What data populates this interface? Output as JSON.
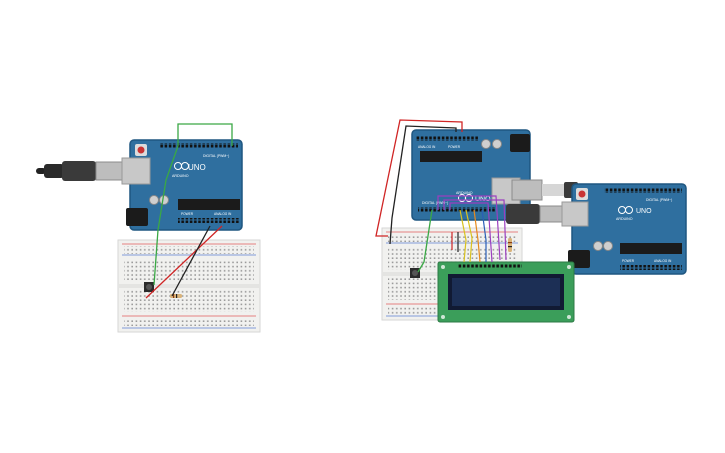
{
  "colors": {
    "background": "#ffffff",
    "board_blue": "#2f6f9f",
    "board_dark": "#1f5680",
    "breadboard": "#f1f1ef",
    "breadboard_hole": "#9b9b9b",
    "rail_red": "#e15b5b",
    "rail_blue": "#5b7fd0",
    "wire_green": "#3aa845",
    "wire_red": "#d02525",
    "wire_black": "#222222",
    "wire_purple": "#9b3fbf",
    "wire_yellow": "#d9c21f",
    "wire_orange": "#e58a1e",
    "wire_blue": "#2a5fb8",
    "lcd_green": "#3b9e5a",
    "lcd_screen": "#1c2f55",
    "usb_metal": "#c8c8c8",
    "chip": "#1b1b1b"
  },
  "circuit_left": {
    "board": {
      "logo_text": "UNO",
      "brand_text": "ARDUINO",
      "digital_label": "DIGITAL (PWM~)",
      "power_label": "POWER",
      "analog_label": "ANALOG IN"
    },
    "usb_icon": "usb-plug-icon",
    "components": [
      "pushbutton",
      "resistor"
    ]
  },
  "circuit_right": {
    "board_a": {
      "logo_text": "UNO",
      "brand_text": "ARDUINO",
      "digital_label": "DIGITAL (PWM~)",
      "power_label": "POWER",
      "analog_label": "ANALOG IN"
    },
    "board_b": {
      "logo_text": "UNO",
      "brand_text": "ARDUINO",
      "digital_label": "DIGITAL (PWM~)",
      "power_label": "POWER",
      "analog_label": "ANALOG IN"
    },
    "lcd_display": "16x2 LCD",
    "components": [
      "pushbutton",
      "resistor",
      "lcd"
    ]
  }
}
